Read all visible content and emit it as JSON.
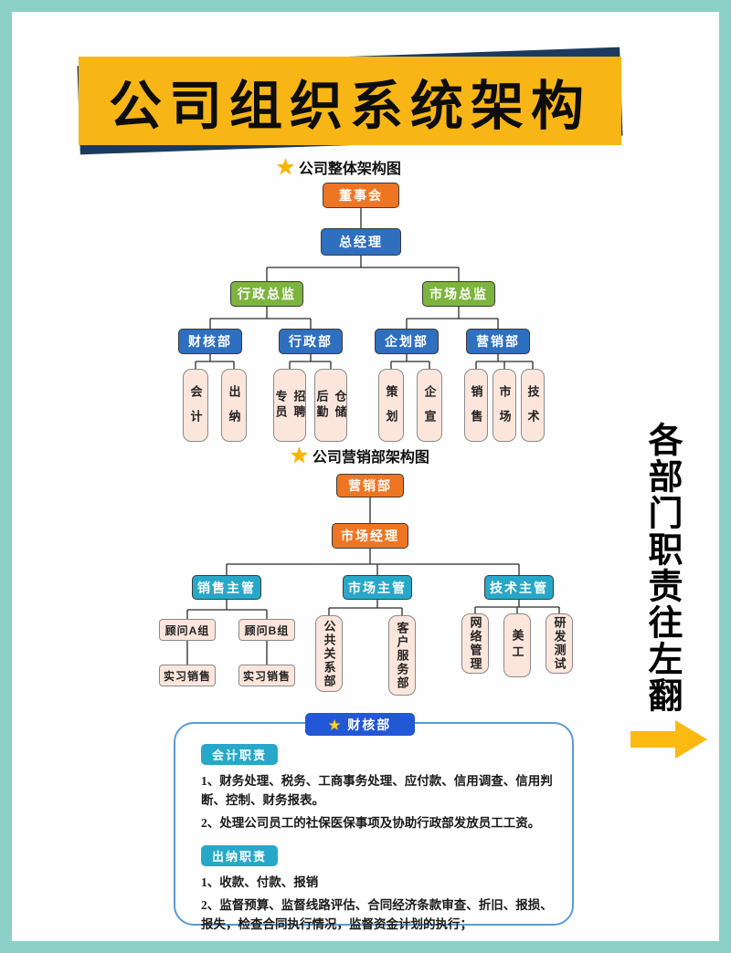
{
  "title": "公司组织系统架构",
  "side_note": "各部门职责往左翻",
  "chart1": {
    "caption": "公司整体架构图",
    "board": "董事会",
    "gm": "总经理",
    "admin_director": "行政总监",
    "market_director": "市场总监",
    "finance_dept": "财核部",
    "admin_dept": "行政部",
    "planning_dept": "企划部",
    "marketing_dept": "营销部",
    "accounting": "会计",
    "cashier": "出纳",
    "recruiter": [
      "招聘",
      "专员"
    ],
    "logistics": [
      "仓储",
      "后勤"
    ],
    "planning": "策划",
    "publicity": "企宣",
    "sales": "销售",
    "market": "市场",
    "tech": "技术"
  },
  "chart2": {
    "caption": "公司营销部架构图",
    "marketing_dept": "营销部",
    "market_manager": "市场经理",
    "sales_supervisor": "销售主管",
    "market_supervisor": "市场主管",
    "tech_supervisor": "技术主管",
    "group_a": "顾问A组",
    "group_b": "顾问B组",
    "intern_a": "实习销售",
    "intern_b": "实习销售",
    "public_relations": "公共关系部",
    "customer_service": "客户服务部",
    "network_admin": "网络管理",
    "art_design": "美工",
    "rd_testing": "研发测试"
  },
  "panel": {
    "header": "财核部",
    "accounting_title": "会计职责",
    "accounting_items": [
      "1、财务处理、税务、工商事务处理、应付款、信用调查、信用判断、控制、财务报表。",
      "2、处理公司员工的社保医保事项及协助行政部发放员工工资。"
    ],
    "cashier_title": "出纳职责",
    "cashier_items": [
      "1、收款、付款、报销",
      "2、监督预算、监督线路评估、合同经济条款审查、折旧、报损、报失，检查合同执行情况，监督资金计划的执行；"
    ]
  },
  "icons": {
    "caption_star": "star-icon",
    "arrow": "right-arrow-icon"
  },
  "colors": {
    "frame_teal": "#8BD0C6",
    "title_yellow": "#F7B615",
    "title_shadow_navy": "#1C3A5E",
    "node_orange": "#EE7623",
    "node_blue": "#2E6FC0",
    "node_green": "#7CB43E",
    "node_teal": "#27A8C8",
    "leaf_pink": "#FCE6DC",
    "panel_border_blue": "#5B9BD5",
    "panel_header_blue": "#2257D6",
    "star_yellow": "#F8B500",
    "arrow_yellow": "#FCB912"
  }
}
